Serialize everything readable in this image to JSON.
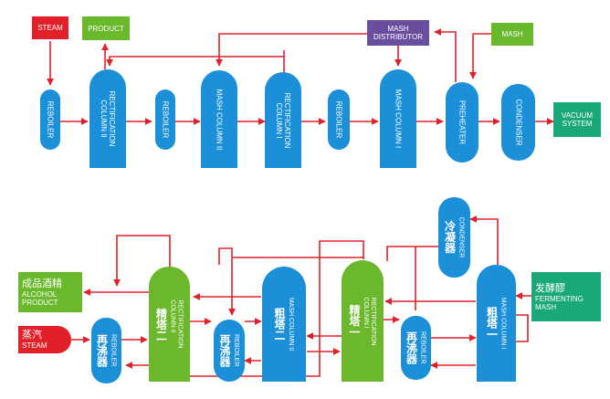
{
  "top": {
    "steam": "STEAM",
    "product": "PRODUCT",
    "mash_distributor": "MASH\nDISTRIBUTOR",
    "mash": "MASH",
    "vacuum_system": "VACUUM\nSYSTEM",
    "reboiler_1": "REBOILER",
    "rect_col_2": "RECTIFICATION\nCOLUMN II",
    "reboiler_2": "REBOILER",
    "mash_col_2": "MASH COLUMN II",
    "rect_col_1": "RECTIFICATION\nCOLUMN I",
    "reboiler_3": "REBOILER",
    "mash_col_1": "MASH COLUMN I",
    "preheater": "PREHEATER",
    "condenser": "CONDENSER"
  },
  "bottom": {
    "alcohol_cn": "成品酒精",
    "alcohol_en": "ALCOHOL\nPRODUCT",
    "steam_cn": "蒸汽",
    "steam_en": "STEAM",
    "fermenting_cn": "发酵醪",
    "fermenting_en": "FERMENTING\nMASH",
    "reboiler_a_cn": "再沸器",
    "reboiler_a_en": "REBOILER",
    "rect_2_cn": "精塔二",
    "rect_2_en": "RECTIFICATION\nCOLUMN II",
    "reboiler_b_cn": "再沸器",
    "reboiler_b_en": "REBOILER",
    "mash_2_cn": "粗塔二",
    "mash_2_en": "MASH COLUMN II",
    "rect_1_cn": "精塔一",
    "rect_1_en": "RECTIFICATION\nCOLUMN I",
    "reboiler_c_cn": "再沸器",
    "reboiler_c_en": "REBOILER",
    "condenser_cn": "冷凝器",
    "condenser_en": "CONDENSER",
    "mash_1_cn": "粗塔一",
    "mash_1_en": "MASH COLUMN I"
  },
  "colors": {
    "arrow": "#e2202a",
    "column_blue": "#1c8fd9",
    "column_green": "#6bb82c",
    "box_red": "#e2202a",
    "box_green": "#6ab82c",
    "box_teal": "#1aa779",
    "box_purple": "#6b4d9e"
  }
}
